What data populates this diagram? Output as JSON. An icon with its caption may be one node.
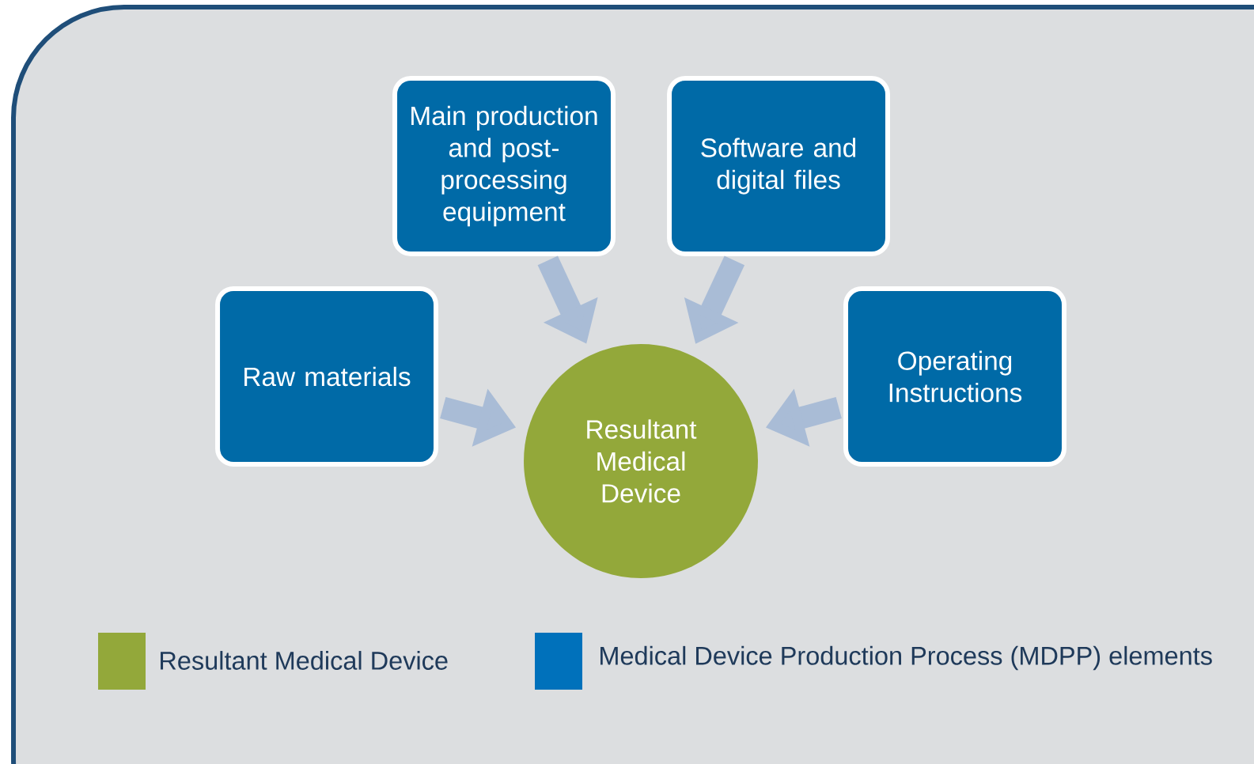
{
  "diagram": {
    "nodes": [
      {
        "text": [
          "Main production and post-processing equipment"
        ]
      },
      {
        "text": [
          "Software and digital files"
        ]
      },
      {
        "text": [
          "Raw materials"
        ]
      },
      {
        "text": [
          "Operating Instructions"
        ]
      },
      {
        "text": [
          "Resultant Medical Device"
        ]
      }
    ],
    "edges": [
      {
        "from": 0,
        "to": 4,
        "arrow": "to"
      },
      {
        "from": 1,
        "to": 4,
        "arrow": "to"
      },
      {
        "from": 2,
        "to": 4,
        "arrow": "to"
      },
      {
        "from": 3,
        "to": 4,
        "arrow": "to"
      }
    ],
    "legend": [
      {
        "text": "Resultant Medical Device",
        "color": "#93a83a"
      },
      {
        "text": "Medical Device Production Process (MDPP) elements",
        "color": "#0071bb"
      }
    ]
  }
}
